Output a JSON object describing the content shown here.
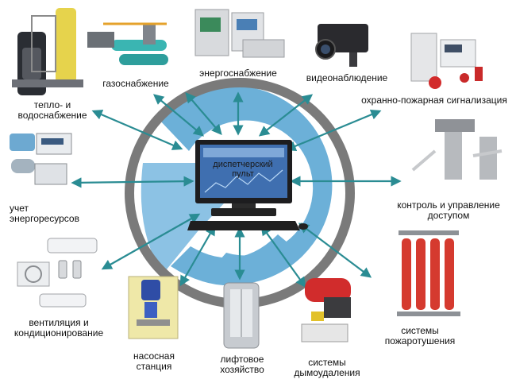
{
  "center": {
    "line1": "диспетчерский",
    "line2": "пульт"
  },
  "nodes": [
    {
      "id": "heat-water",
      "lines": [
        "тепло- и",
        "водоснабжение"
      ],
      "icon": "boiler-tanks-icon"
    },
    {
      "id": "gas",
      "lines": [
        "газоснабжение"
      ],
      "icon": "gas-equipment-icon"
    },
    {
      "id": "power",
      "lines": [
        "энергоснабжение"
      ],
      "icon": "electrical-panels-icon"
    },
    {
      "id": "video",
      "lines": [
        "видеонаблюдение"
      ],
      "icon": "cctv-camera-icon"
    },
    {
      "id": "fire-alarm",
      "lines": [
        "охранно-пожарная сигнализация"
      ],
      "icon": "alarm-panel-icon"
    },
    {
      "id": "access",
      "lines": [
        "контроль и управление",
        "доступом"
      ],
      "icon": "turnstile-icon"
    },
    {
      "id": "energy-meter",
      "lines": [
        "учет",
        "энергоресурсов"
      ],
      "icon": "meter-icon"
    },
    {
      "id": "hvac",
      "lines": [
        "вентиляция и",
        "кондиционирование"
      ],
      "icon": "air-conditioner-icon"
    },
    {
      "id": "pump",
      "lines": [
        "насосная",
        "станция"
      ],
      "icon": "pump-station-icon"
    },
    {
      "id": "elevator",
      "lines": [
        "лифтовое",
        "хозяйство"
      ],
      "icon": "elevator-icon"
    },
    {
      "id": "smoke",
      "lines": [
        "системы",
        "дымоудаления"
      ],
      "icon": "smoke-exhaust-icon"
    },
    {
      "id": "extinguish",
      "lines": [
        "системы",
        "пожаротушения"
      ],
      "icon": "fire-cylinders-icon"
    }
  ],
  "colors": {
    "arrow": "#2a8c93",
    "ring": "#7a7a7a",
    "logo": "#6cb0d8",
    "screen": "#3f6fb0"
  }
}
